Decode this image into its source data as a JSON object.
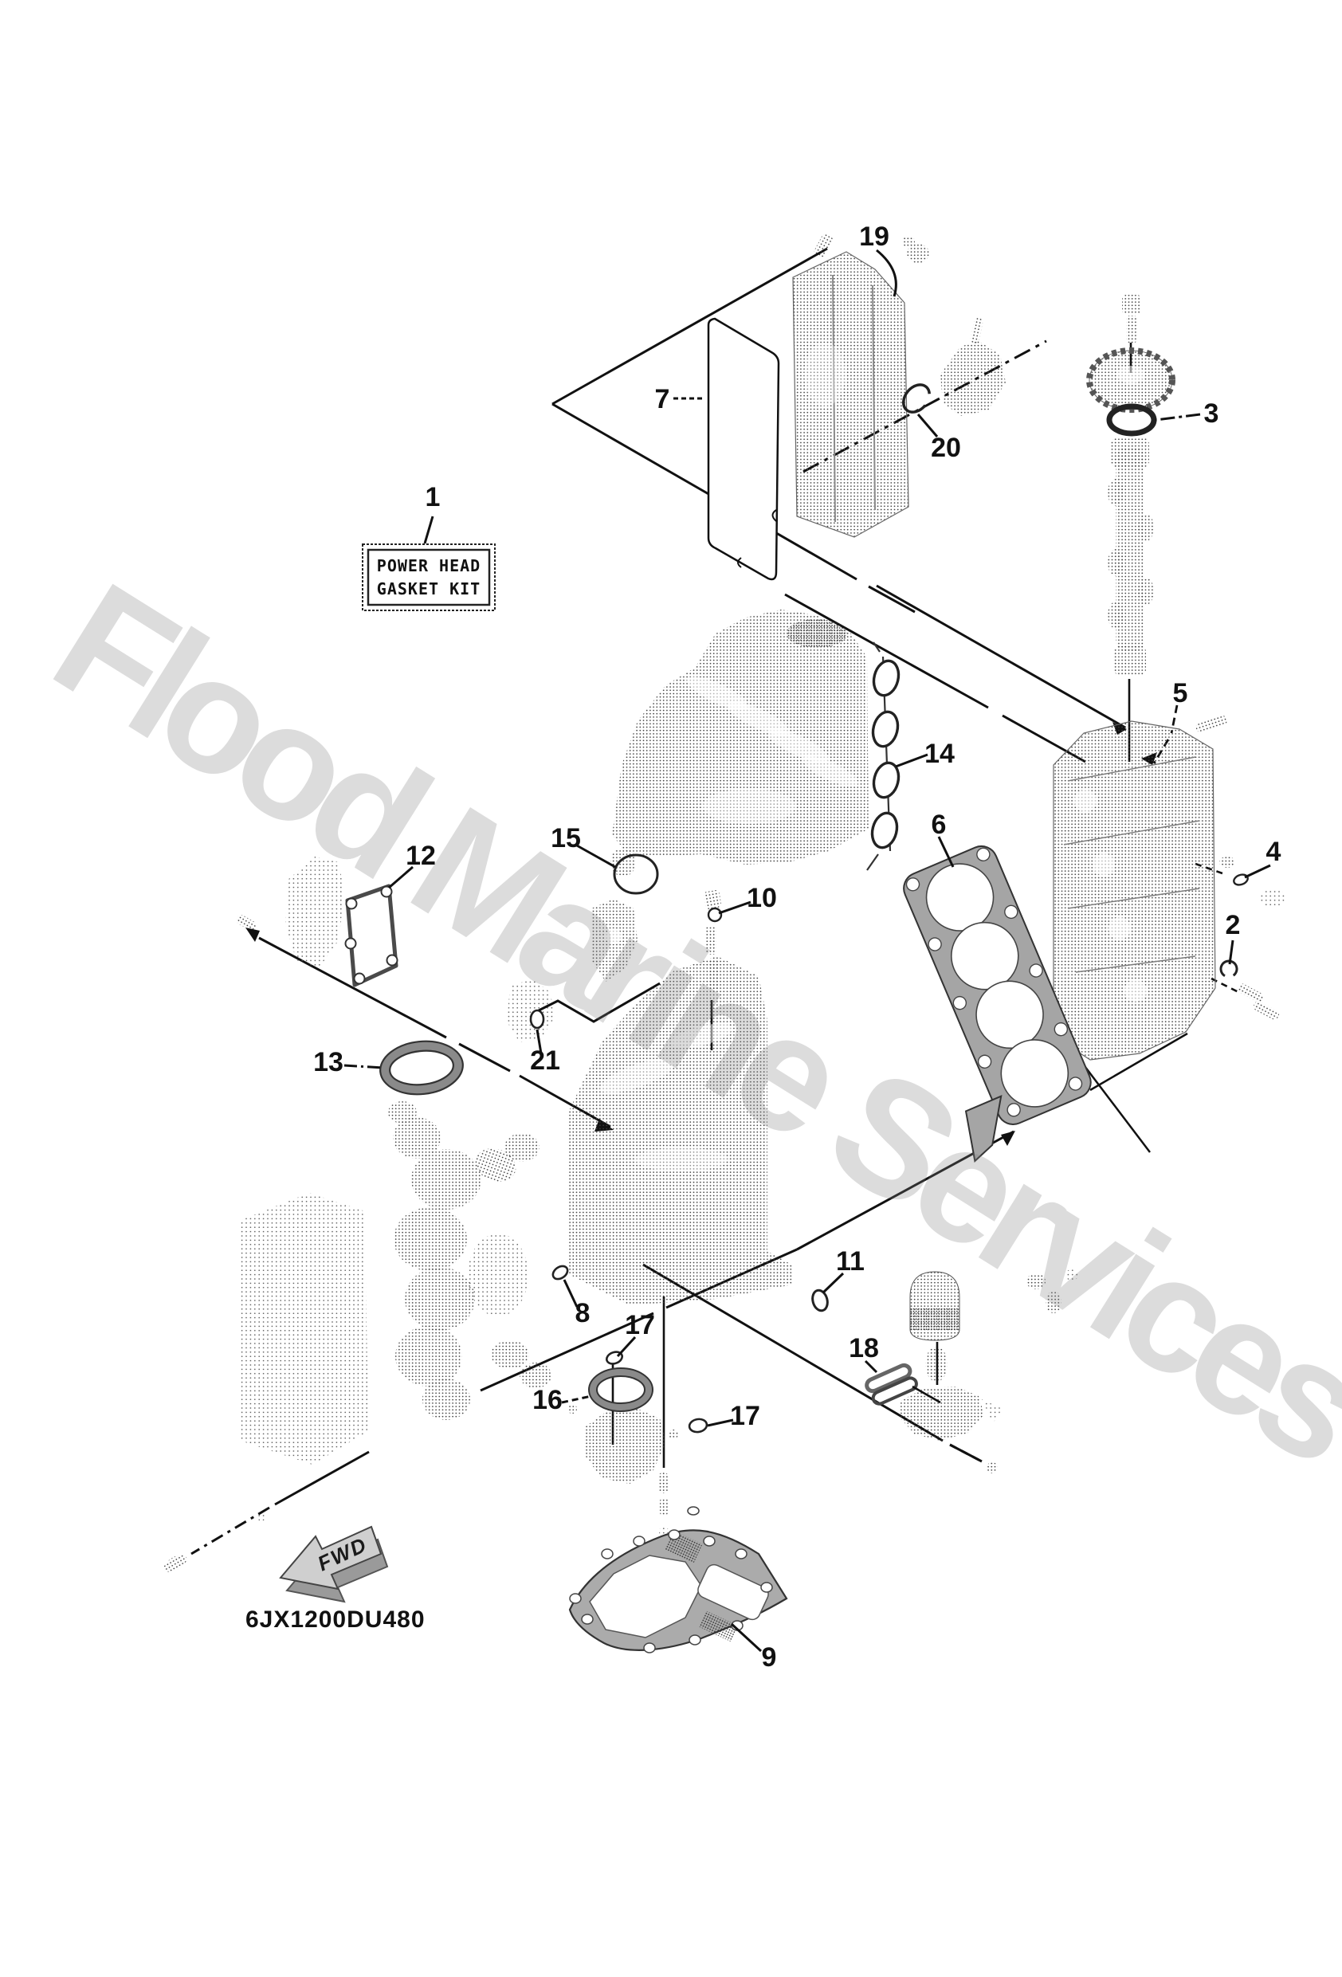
{
  "diagram": {
    "watermark": "Flood Marine Services",
    "kit_box": {
      "line1": "POWER HEAD",
      "line2": "GASKET KIT"
    },
    "drawing_code": "6JX1200DU480",
    "fwd_label": "FWD",
    "callouts": {
      "c1": "1",
      "c2": "2",
      "c3": "3",
      "c4": "4",
      "c5": "5",
      "c6": "6",
      "c7": "7",
      "c8": "8",
      "c9": "9",
      "c10": "10",
      "c11": "11",
      "c12": "12",
      "c13": "13",
      "c14": "14",
      "c15": "15",
      "c16": "16",
      "c17a": "17",
      "c17b": "17",
      "c18": "18",
      "c19": "19",
      "c20": "20",
      "c21": "21"
    },
    "colors": {
      "ink": "#111111",
      "stipple": "#444444",
      "gasket_gray": "#a5a5a5",
      "ring_gray": "#888888",
      "watermark_gray": "#808080",
      "arrow_gray": "#cfcfcf"
    }
  }
}
